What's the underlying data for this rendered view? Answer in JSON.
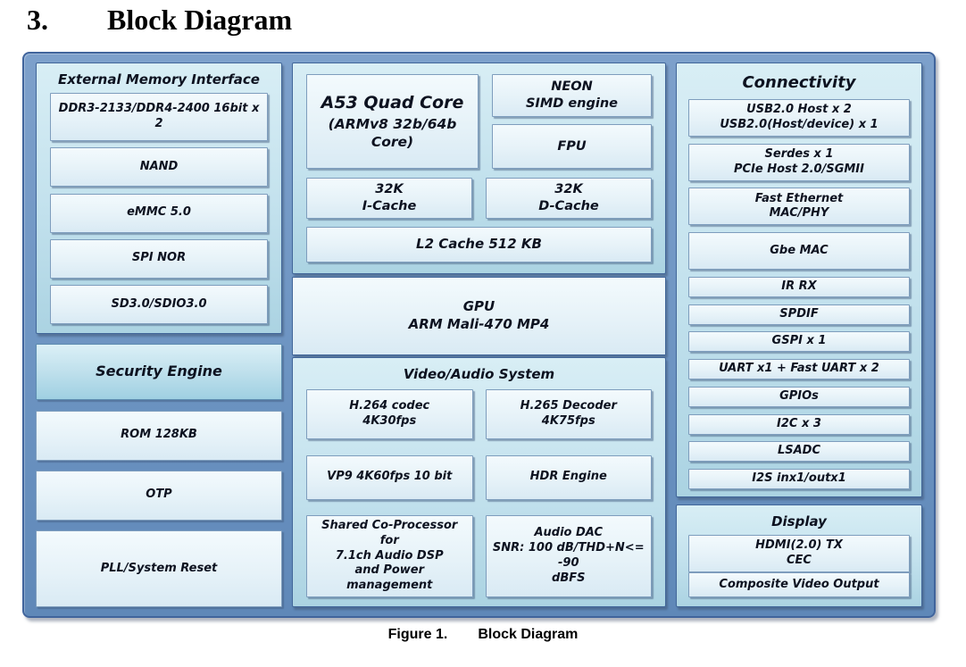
{
  "heading": {
    "number": "3.",
    "title": "Block Diagram"
  },
  "caption": {
    "label": "Figure 1.",
    "text": "Block Diagram"
  },
  "colors": {
    "board_fill": "#6d94c2",
    "board_border": "#40649c",
    "panel_fill_top": "#d8eef5",
    "panel_fill_bottom": "#abd3e2",
    "box_fill_top": "#f3fafd",
    "box_fill_bottom": "#d9eaf4",
    "box_border": "#7e9dbd",
    "text": "#0d1220"
  },
  "diagram": {
    "left": {
      "memory": {
        "title": "External Memory Interface",
        "items": [
          "DDR3-2133/DDR4-2400 16bit x 2",
          "NAND",
          "eMMC 5.0",
          "SPI NOR",
          "SD3.0/SDIO3.0"
        ]
      },
      "security": "Security Engine",
      "misc": [
        "ROM 128KB",
        "OTP",
        "PLL/System Reset"
      ]
    },
    "middle": {
      "cpu": {
        "title": "A53 Quad Core",
        "subtitle": "(ARMv8 32b/64b Core)",
        "neon": "NEON\nSIMD engine",
        "fpu": "FPU",
        "icache": "32K\nI-Cache",
        "dcache": "32K\nD-Cache",
        "l2": "L2 Cache 512 KB"
      },
      "gpu": "GPU\nARM Mali-470 MP4",
      "va": {
        "title": "Video/Audio System",
        "items": [
          "H.264 codec\n4K30fps",
          "H.265 Decoder\n4K75fps",
          "VP9 4K60fps 10 bit",
          "HDR Engine",
          "Shared Co-Processor for\n7.1ch Audio DSP\nand Power management",
          "Audio DAC\nSNR: 100 dB/THD+N<= -90\ndBFS"
        ]
      }
    },
    "right": {
      "connectivity": {
        "title": "Connectivity",
        "items": [
          "USB2.0 Host x 2\nUSB2.0(Host/device) x 1",
          "Serdes x 1\nPCIe Host 2.0/SGMII",
          "Fast Ethernet\nMAC/PHY",
          "Gbe MAC",
          "IR RX",
          "SPDIF",
          "GSPI x 1",
          "UART x1 + Fast UART x 2",
          "GPIOs",
          "I2C x 3",
          "LSADC",
          "I2S inx1/outx1"
        ]
      },
      "display": {
        "title": "Display",
        "items": [
          "HDMI(2.0) TX\nCEC",
          "Composite Video Output"
        ]
      }
    }
  }
}
